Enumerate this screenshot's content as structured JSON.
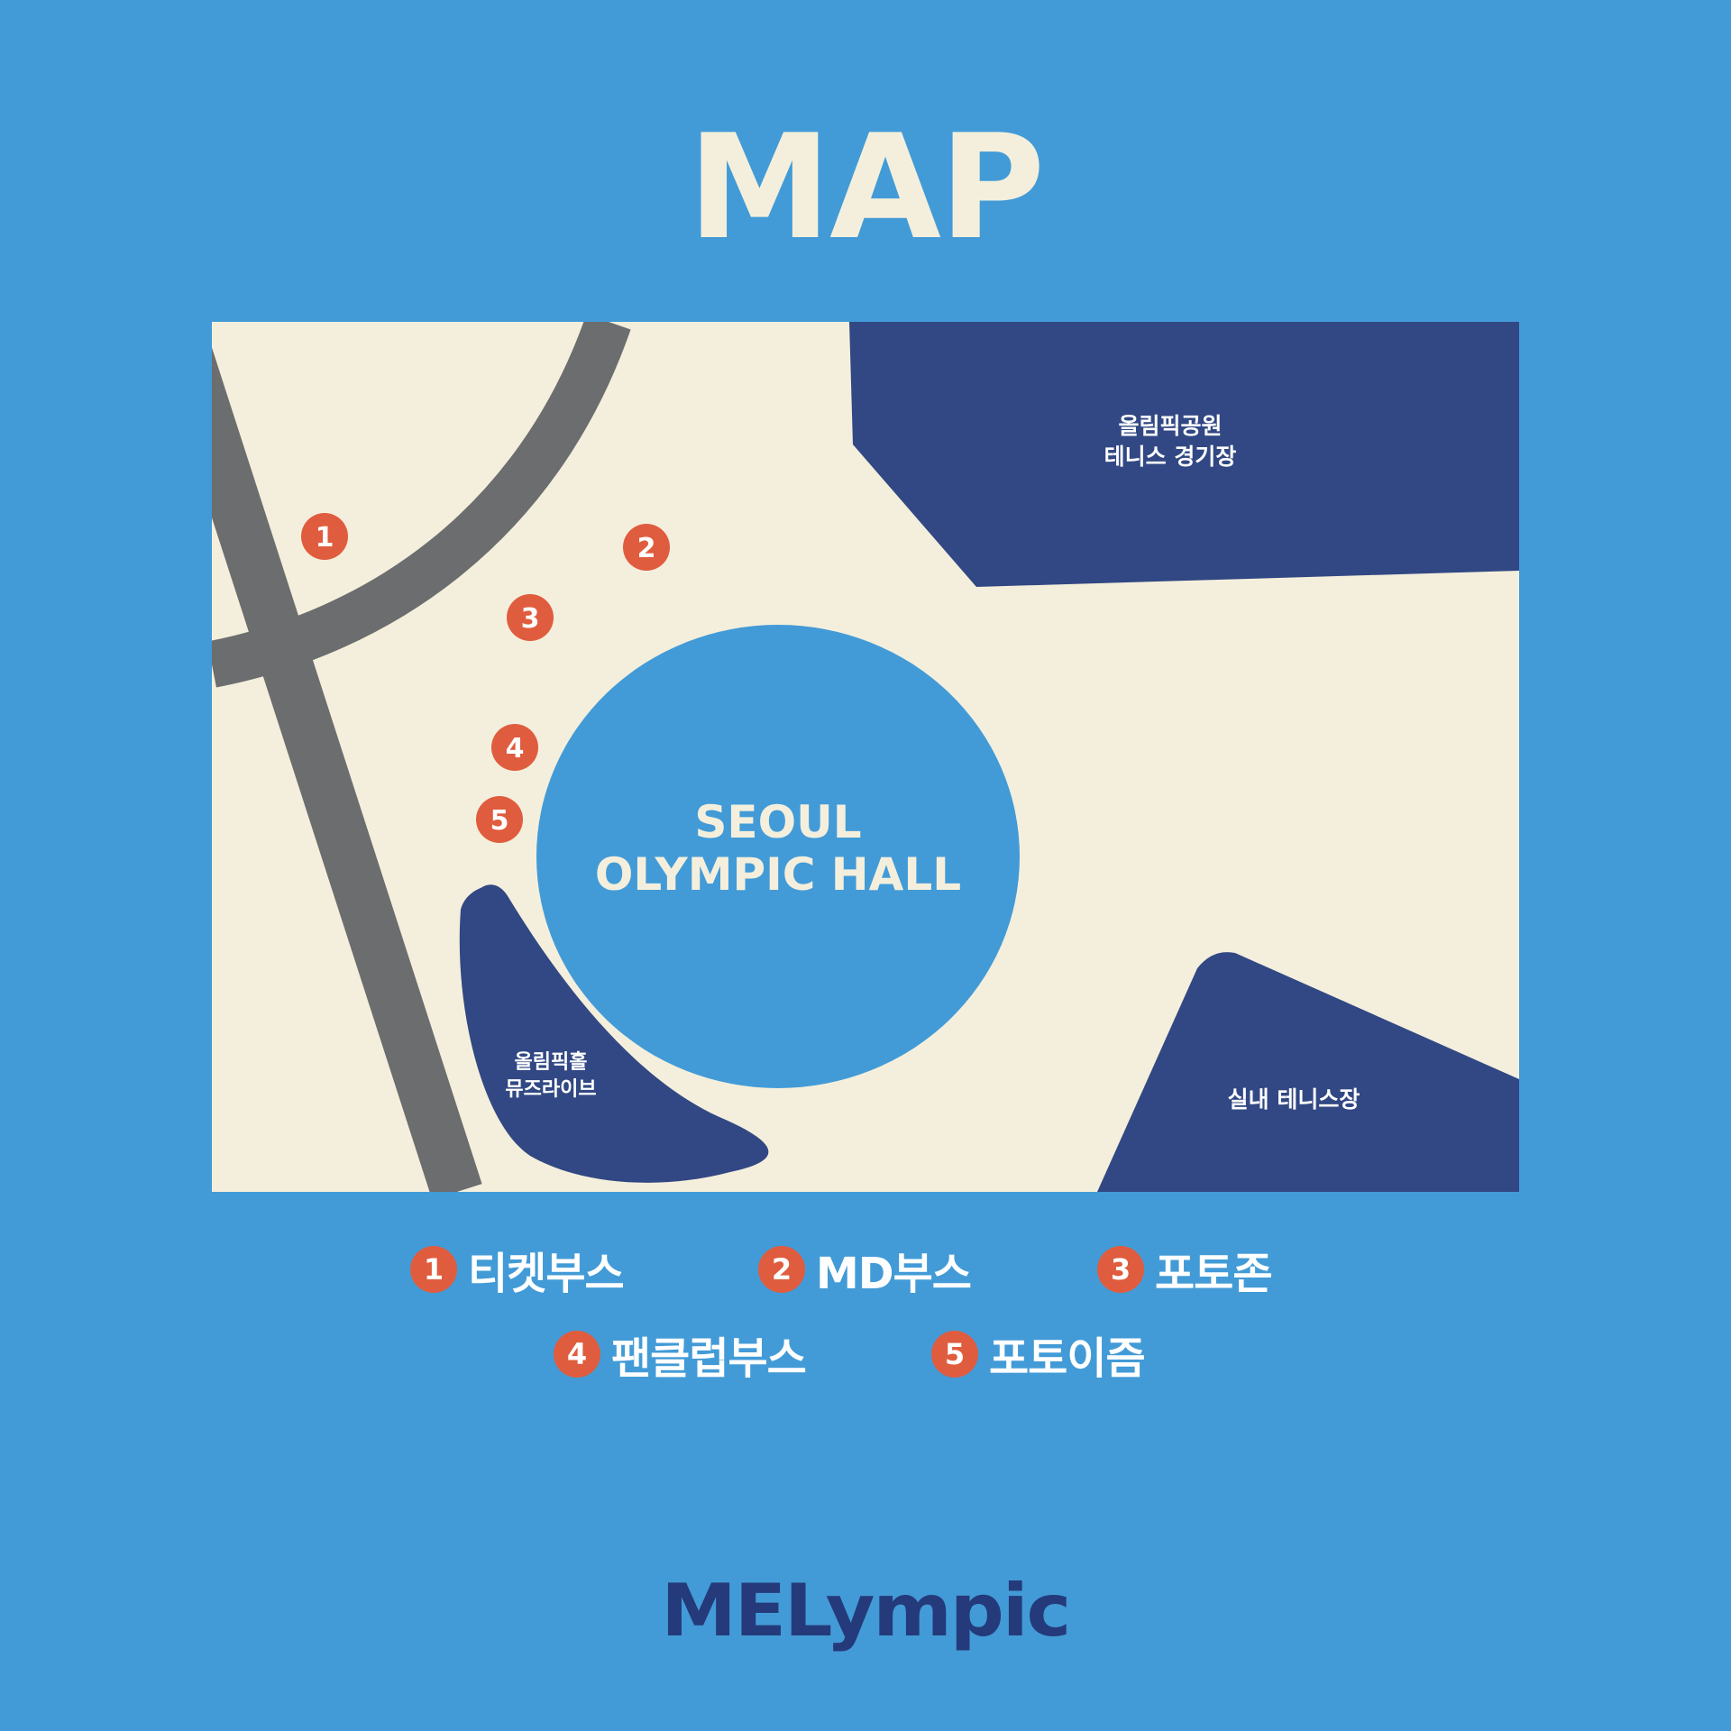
{
  "title": "MAP",
  "colors": {
    "background": "#429bd7",
    "map_ground": "#f4efdc",
    "road": "#6c6d6f",
    "building": "#324884",
    "hall": "#429bd7",
    "marker": "#e05c3e",
    "title_text": "#f4efdc",
    "logo": "#253a7a"
  },
  "map": {
    "hall_label_line1": "SEOUL",
    "hall_label_line2": "OLYMPIC HALL",
    "tennis_stadium_line1": "올림픽공원",
    "tennis_stadium_line2": "테니스 경기장",
    "indoor_tennis": "실내 테니스장",
    "museum_line1": "올림픽홀",
    "museum_line2": "뮤즈라이브",
    "markers": [
      "1",
      "2",
      "3",
      "4",
      "5"
    ]
  },
  "legend": [
    {
      "num": "1",
      "label": "티켓부스"
    },
    {
      "num": "2",
      "label": "MD부스"
    },
    {
      "num": "3",
      "label": "포토존"
    },
    {
      "num": "4",
      "label": "팬클럽부스"
    },
    {
      "num": "5",
      "label": "포토이즘"
    }
  ],
  "brand": "MELympic"
}
